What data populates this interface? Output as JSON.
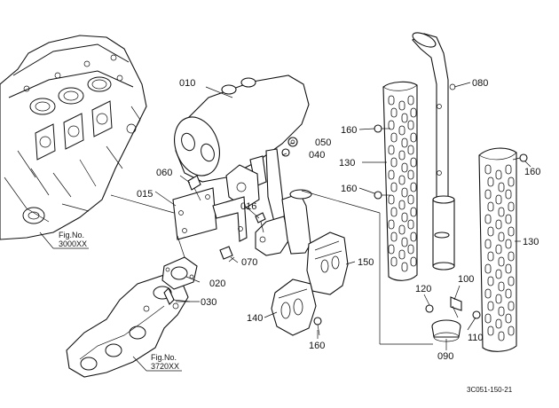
{
  "diagram": {
    "part_labels": {
      "p010": "010",
      "p015": "015",
      "p016": "016",
      "p020": "020",
      "p030": "030",
      "p040": "040",
      "p050": "050",
      "p060": "060",
      "p070": "070",
      "p080": "080",
      "p090": "090",
      "p100": "100",
      "p110": "110",
      "p120": "120",
      "p130_left": "130",
      "p130_right": "130",
      "p140": "140",
      "p150": "150",
      "p160_top": "160",
      "p160_mid": "160",
      "p160_right": "160",
      "p160_bottom": "160"
    },
    "figure_refs": {
      "engine_fig_label": "Fig.No.",
      "engine_fig_number": "3000XX",
      "manifold_fig_label": "Fig.No.",
      "manifold_fig_number": "3720XX"
    },
    "drawing_code": "3C051-150-21"
  }
}
